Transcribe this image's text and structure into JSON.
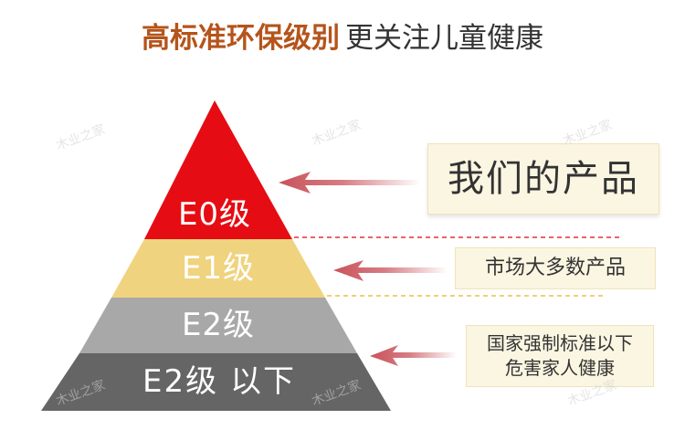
{
  "title": {
    "highlight": "高标准环保级别",
    "rest": "更关注儿童健康"
  },
  "pyramid": {
    "tiers": [
      {
        "label": "E0级",
        "color": "#e50d13"
      },
      {
        "label": "E1级",
        "color": "#f0d37f"
      },
      {
        "label": "E2级",
        "color": "#a8a8a8"
      },
      {
        "label": "E2级 以下",
        "color": "#656565"
      }
    ]
  },
  "callouts": [
    {
      "text": "我们的产品"
    },
    {
      "text": "市场大多数产品"
    },
    {
      "lines": [
        "国家强制标准以下",
        "危害家人健康"
      ]
    }
  ],
  "watermark": "木业之家",
  "colors": {
    "title_accent": "#b5541b",
    "arrow": "#c9525a",
    "box_bg": "#fbf6e2"
  }
}
